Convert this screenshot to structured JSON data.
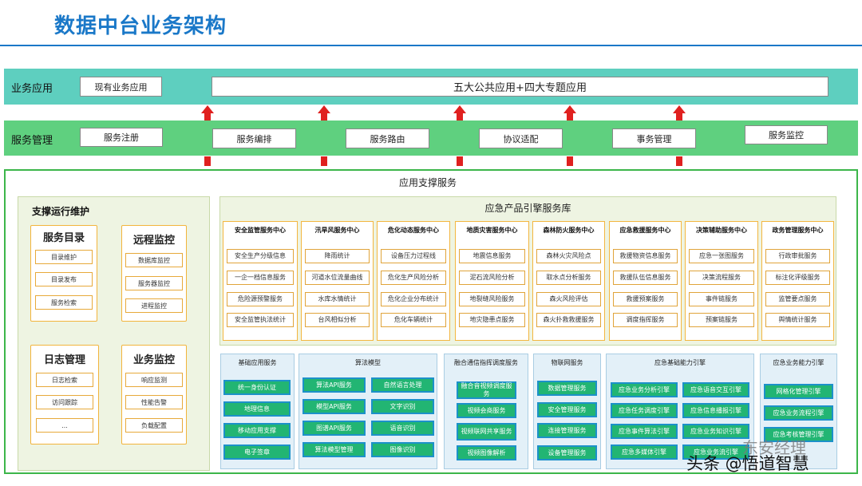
{
  "title": "数据中台业务架构",
  "layers": {
    "app": {
      "label": "业务应用",
      "existing": "现有业务应用",
      "main": "五大公共应用+四大专题应用"
    },
    "service": {
      "label": "服务管理",
      "items": [
        "服务注册",
        "服务编排",
        "服务路由",
        "协议适配",
        "事务管理",
        "服务监控"
      ]
    }
  },
  "support": {
    "title": "应用支撑服务",
    "ops": {
      "title": "支撑运行维护",
      "groups": [
        {
          "title": "服务目录",
          "items": [
            "目录维护",
            "目录发布",
            "服务检索"
          ]
        },
        {
          "title": "远程监控",
          "items": [
            "数据库监控",
            "服务器监控",
            "进程监控"
          ]
        },
        {
          "title": "日志管理",
          "items": [
            "日志检索",
            "访问跟踪",
            "..."
          ]
        },
        {
          "title": "业务监控",
          "items": [
            "响应监测",
            "性能告警",
            "负载配置"
          ]
        }
      ]
    },
    "engine": {
      "title": "应急产品引擎服务库",
      "centers": [
        {
          "title": "安全监管服务中心",
          "items": [
            "安全生产分级信息",
            "一企一档信息服务",
            "危险源预警服务",
            "安全监管执法统计"
          ]
        },
        {
          "title": "汛旱风服务中心",
          "items": [
            "降雨统计",
            "河道水位流量曲线",
            "水库水情统计",
            "台风相似分析"
          ]
        },
        {
          "title": "危化动态服务中心",
          "items": [
            "设备压力过程线",
            "危化生产风险分析",
            "危化企业分布统计",
            "危化车辆统计"
          ]
        },
        {
          "title": "地质灾害服务中心",
          "items": [
            "地震信息服务",
            "泥石流风险分析",
            "地裂缝风险服务",
            "地灾隐患点服务"
          ]
        },
        {
          "title": "森林防火服务中心",
          "items": [
            "森林火灾风险点",
            "取水点分析服务",
            "森火风险评估",
            "森火扑救救援服务"
          ]
        },
        {
          "title": "应急救援服务中心",
          "items": [
            "救援物资信息服务",
            "救援队伍信息服务",
            "救援预案服务",
            "调度指挥服务"
          ]
        },
        {
          "title": "决策辅助服务中心",
          "items": [
            "应急一张图服务",
            "决策流程服务",
            "事件链服务",
            "预案链服务"
          ]
        },
        {
          "title": "政务管理服务中心",
          "items": [
            "行政审批服务",
            "标注化评级服务",
            "监管要点服务",
            "舆情统计服务"
          ]
        }
      ]
    },
    "bottom": [
      {
        "title": "基础应用服务",
        "items": [
          "统一身份认证",
          "地理信息",
          "移动应用支撑",
          "电子签章"
        ]
      },
      {
        "title": "算法模型",
        "items": [
          "算法API服务",
          "自然语言处理",
          "模型API服务",
          "文字识别",
          "图谱API服务",
          "语音识别",
          "算法模型管理",
          "图像识别"
        ]
      },
      {
        "title": "融合通信指挥调度服务",
        "items": [
          "融合音视频调度服务",
          "视频会商服务",
          "视频联网共享服务",
          "视频图像解析"
        ]
      },
      {
        "title": "物联网服务",
        "items": [
          "数据管理服务",
          "安全管理服务",
          "连接管理服务",
          "设备管理服务"
        ]
      },
      {
        "title": "应急基础能力引擎",
        "items": [
          "应急业务分析引擎",
          "应急语音交互引擎",
          "应急任务调度引擎",
          "应急信息播报引擎",
          "应急事件算法引擎",
          "应急业务知识引擎",
          "应急多媒体引擎",
          "应急业务流引擎"
        ]
      },
      {
        "title": "应急业务能力引擎",
        "items": [
          "网格化管理引擎",
          "应急业务流程引擎",
          "应急考核管理引擎"
        ]
      }
    ]
  },
  "watermark": {
    "text1": "东安经理",
    "text2": "头条 @悟道智慧"
  },
  "colors": {
    "title": "#1a78c8",
    "band_app": "#5ecfbf",
    "band_service": "#5fd07f",
    "arrow": "#e0201f",
    "support_border": "#3cb64a",
    "item_green": "#22b573",
    "item_border_blue": "#1c91c9",
    "card_border": "#f2b43c"
  }
}
